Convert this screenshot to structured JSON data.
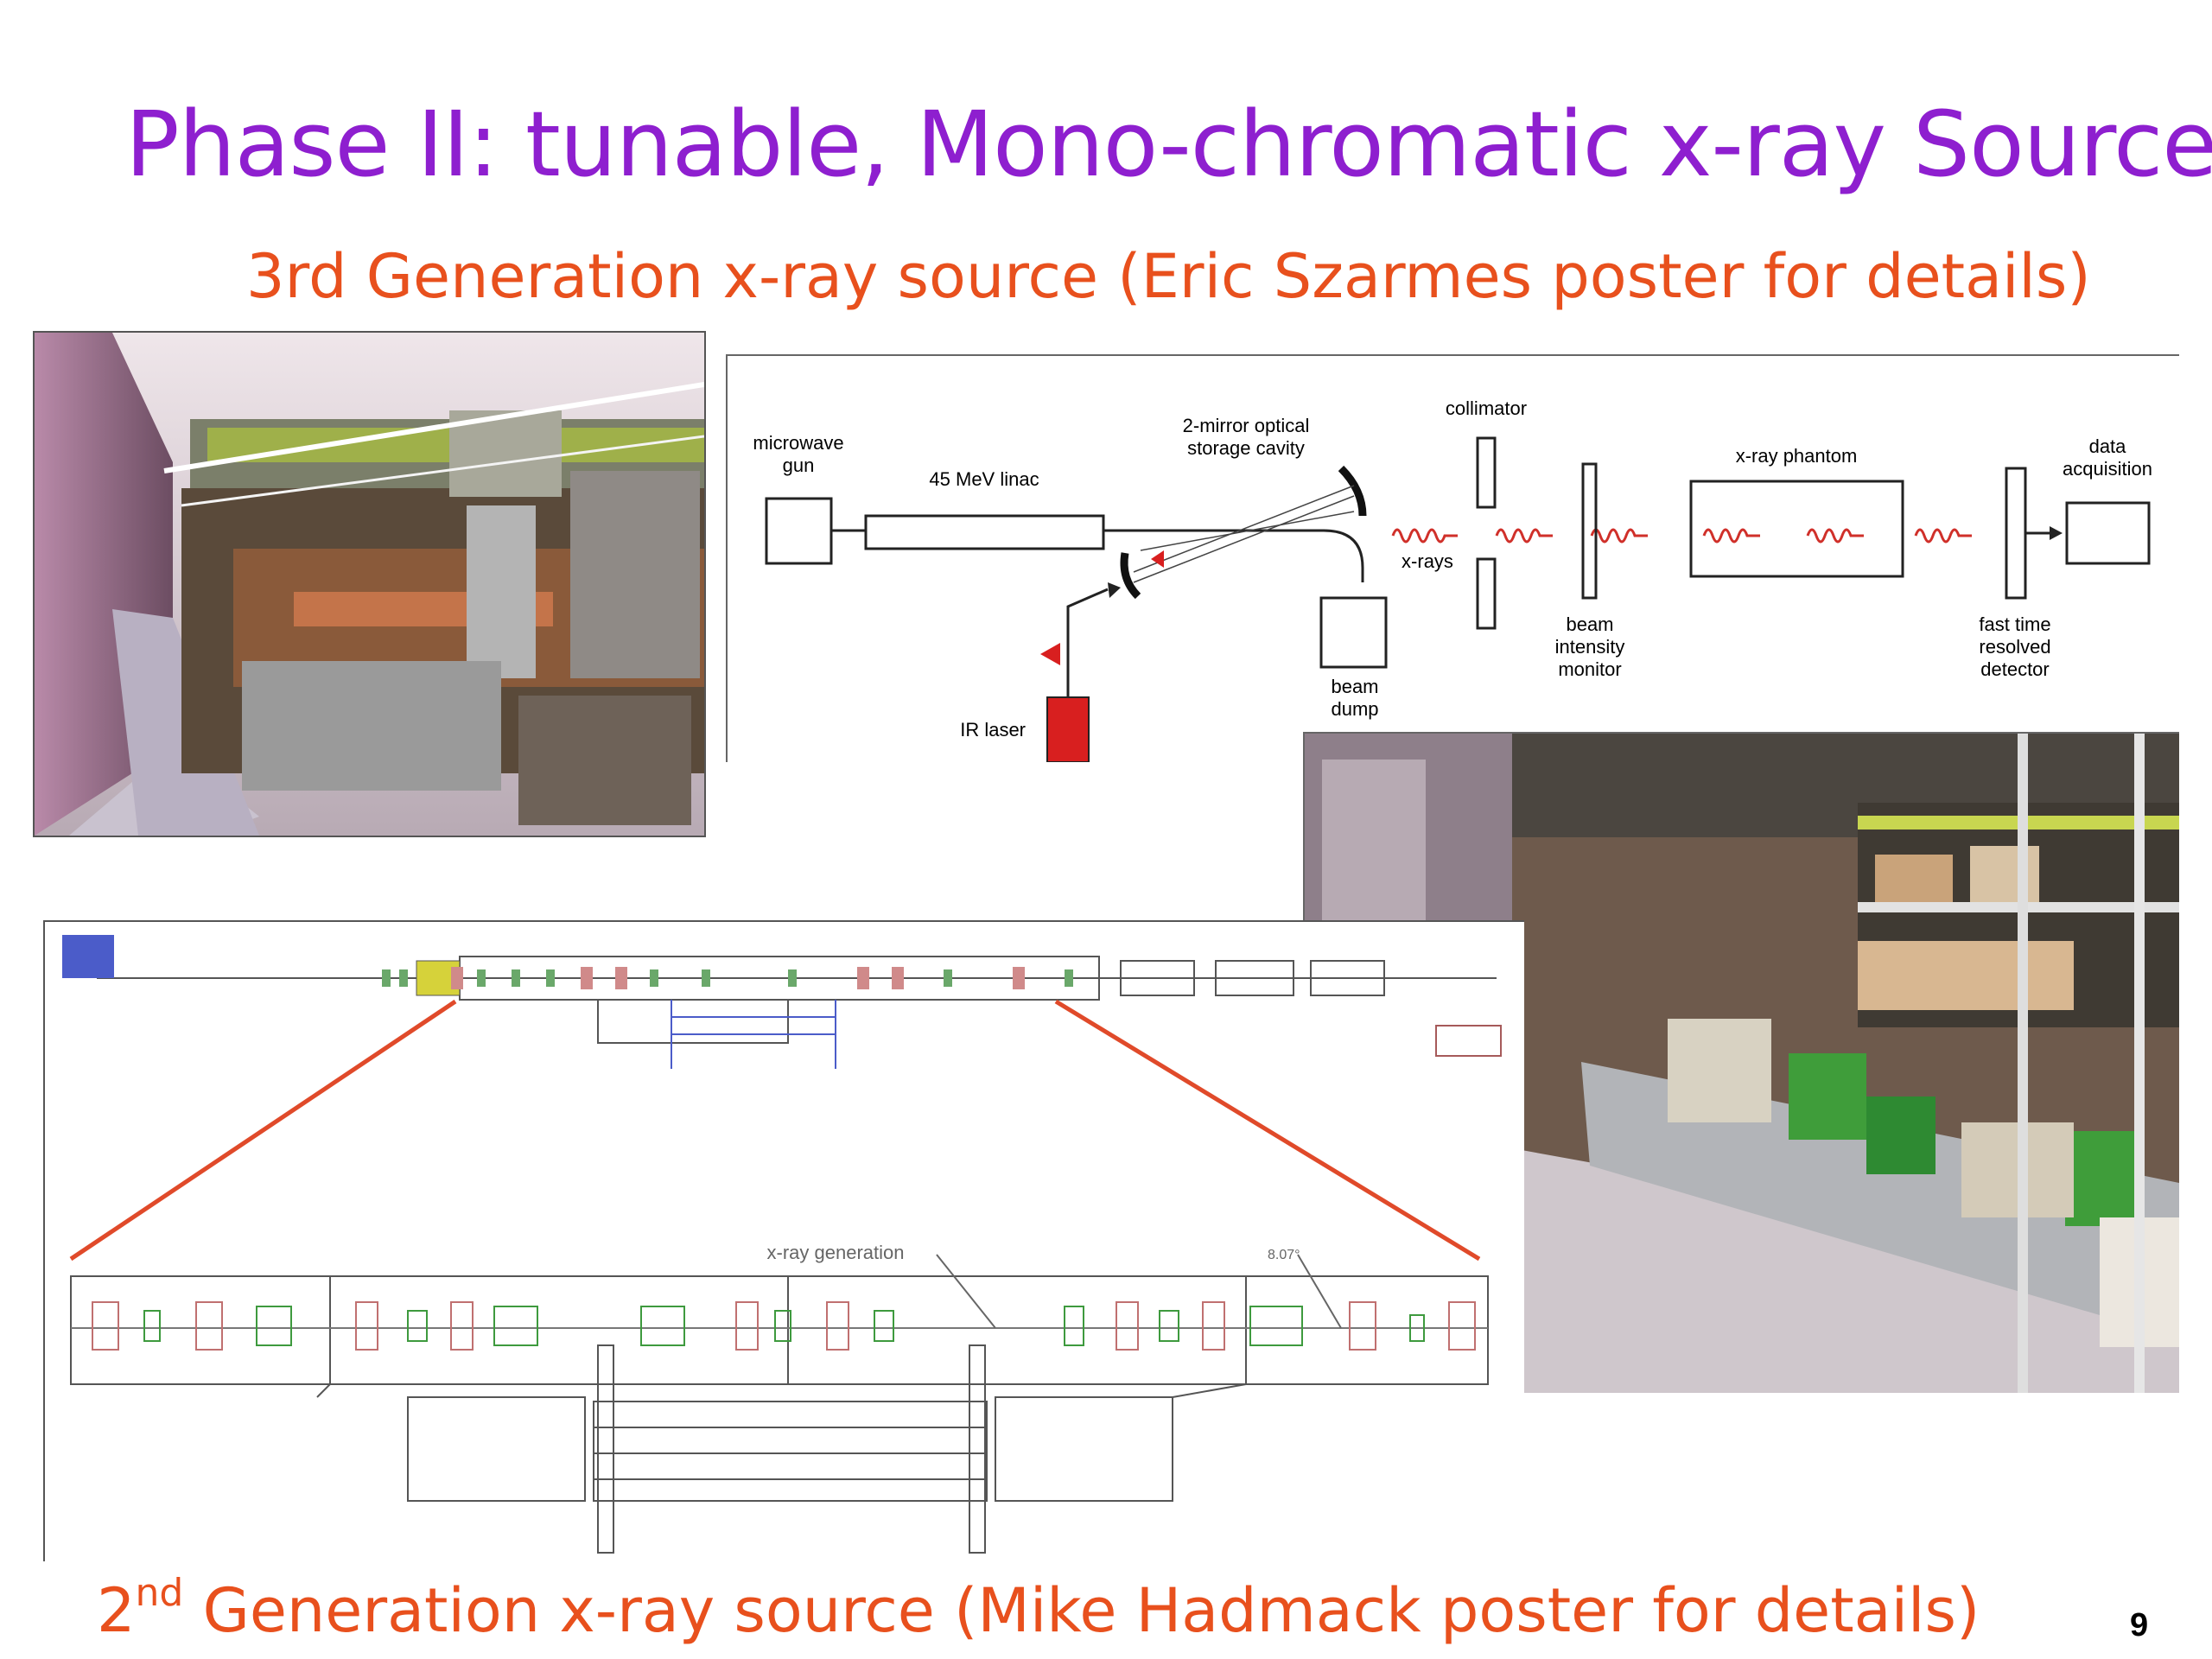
{
  "slide": {
    "title": "Phase II:  tunable, Mono-chromatic x-ray Source",
    "subtitle": "3rd Generation x-ray source (Eric Szarmes poster for details)",
    "bottom_caption": {
      "prefix": "2",
      "superscript": "nd",
      "rest": " Generation x-ray source (Mike Hadmack poster for details)"
    },
    "page_number": "9"
  },
  "schematic": {
    "microwave_gun_1": "microwave",
    "microwave_gun_2": "gun",
    "linac": "45 MeV linac",
    "cavity_1": "2-mirror optical",
    "cavity_2": "storage cavity",
    "collimator": "collimator",
    "phantom": "x-ray phantom",
    "data_1": "data",
    "data_2": "acquisition",
    "xrays": "x-rays",
    "beam_intensity_1": "beam",
    "beam_intensity_2": "intensity",
    "beam_intensity_3": "monitor",
    "detector_1": "fast time",
    "detector_2": "resolved",
    "detector_3": "detector",
    "beam_dump_1": "beam",
    "beam_dump_2": "dump",
    "ir_laser": "IR laser"
  },
  "beamline_drawing": {
    "xray_generation_label": "x-ray generation",
    "angle_label": "8.07°"
  },
  "colors": {
    "title": "#8e1fcf",
    "subtitle": "#e8501d",
    "xray_wave": "#d0302a",
    "ir_laser": "#d81f1f"
  }
}
